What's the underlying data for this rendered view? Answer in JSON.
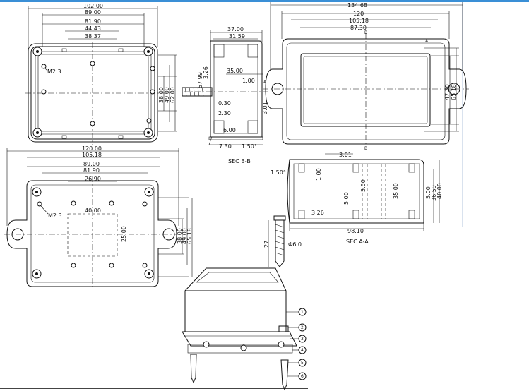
{
  "view_top_left": {
    "widths": [
      "102.00",
      "89.00",
      "81.90",
      "44.43",
      "38.37"
    ],
    "heights": [
      "38.00",
      "49.00",
      "62.00"
    ],
    "screw_label": "M2.3"
  },
  "view_sec_bb": {
    "top_dims": [
      "37.00",
      "31.59"
    ],
    "left_dims": [
      "57.99",
      "3.26"
    ],
    "inner_dims": [
      "35.00",
      "1.00",
      "3.01",
      "0.30",
      "2.30",
      "6.00",
      "7.30",
      "1.50°"
    ],
    "label": "SEC B-B"
  },
  "view_top_right": {
    "widths": [
      "134.68",
      "120",
      "105.18",
      "87.30"
    ],
    "heights": [
      "47.30",
      "65.18"
    ],
    "markers": [
      "B",
      "B",
      "A"
    ]
  },
  "view_bottom_left": {
    "widths": [
      "120.00",
      "105.18",
      "89.00",
      "81.90",
      "26.90",
      "40.00"
    ],
    "heights": [
      "25.00",
      "38.00",
      "49.00",
      "65.18"
    ],
    "screw_label": "M2.3"
  },
  "view_sec_aa": {
    "dims": [
      "3.01",
      "1.00",
      "5.00",
      "5.00",
      "35.00",
      "5.00",
      "36.59",
      "40.00",
      "3.26",
      "98.10",
      "1.50°",
      "27",
      "Φ6.0"
    ],
    "label": "SEC A-A"
  },
  "exploded_view": {
    "callouts": [
      "1",
      "2",
      "3",
      "4",
      "5",
      "6"
    ]
  }
}
